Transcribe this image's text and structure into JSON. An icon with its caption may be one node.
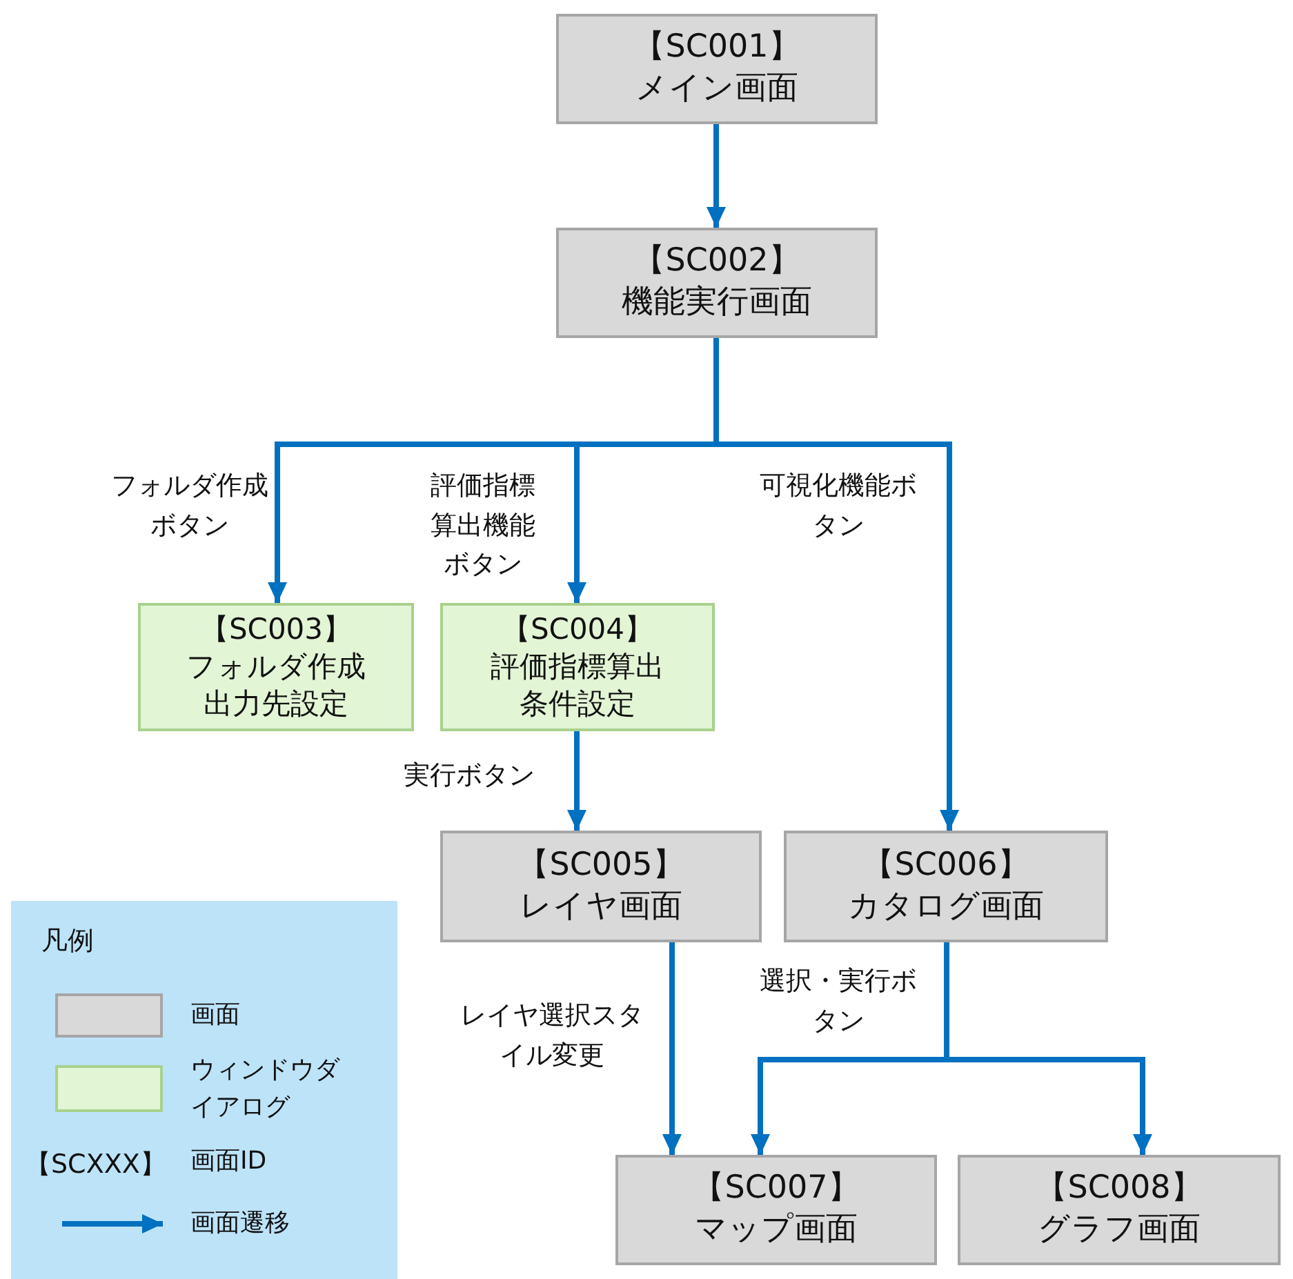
{
  "diagram": {
    "nodes": [
      {
        "text": [
          "【SC001】",
          "メイン画面"
        ]
      },
      {
        "text": [
          "【SC002】",
          "機能実行画面"
        ]
      },
      {
        "text": [
          "【SC003】",
          "フォルダ作成出力先設定"
        ]
      },
      {
        "text": [
          "【SC004】",
          "評価指標算出条件設定"
        ]
      },
      {
        "text": [
          "【SC005】",
          "レイヤ画面"
        ]
      },
      {
        "text": [
          "【SC006】",
          "カタログ画面"
        ]
      },
      {
        "text": [
          "【SC007】",
          "マップ画面"
        ]
      },
      {
        "text": [
          "【SC008】",
          "グラフ画面"
        ]
      }
    ],
    "edges": [
      {
        "from": 0,
        "to": 1,
        "arrow": "to"
      },
      {
        "from": 1,
        "to": 2,
        "arrow": "to",
        "label": "フォルダ作成ボタン"
      },
      {
        "from": 1,
        "to": 3,
        "arrow": "to",
        "label": "評価指標算出機能ボタン"
      },
      {
        "from": 1,
        "to": 5,
        "arrow": "to",
        "label": "可視化機能ボタン"
      },
      {
        "from": 3,
        "to": 4,
        "arrow": "to",
        "label": "実行ボタン"
      },
      {
        "from": 4,
        "to": 6,
        "arrow": "to",
        "label": "レイヤ選択スタイル変更"
      },
      {
        "from": 5,
        "to": 6,
        "arrow": "to",
        "label": "選択・実行ボタン"
      },
      {
        "from": 5,
        "to": 7,
        "arrow": "to"
      }
    ],
    "labels": [
      "凡例",
      "【SCXXX】"
    ],
    "legend": [
      {
        "text": "画面",
        "color": "#d9d9d9"
      },
      {
        "text": "ウィンドウダイアログ",
        "color": "#e2f5d5"
      },
      {
        "text": "画面ID"
      },
      {
        "text": "画面遷移"
      }
    ]
  }
}
